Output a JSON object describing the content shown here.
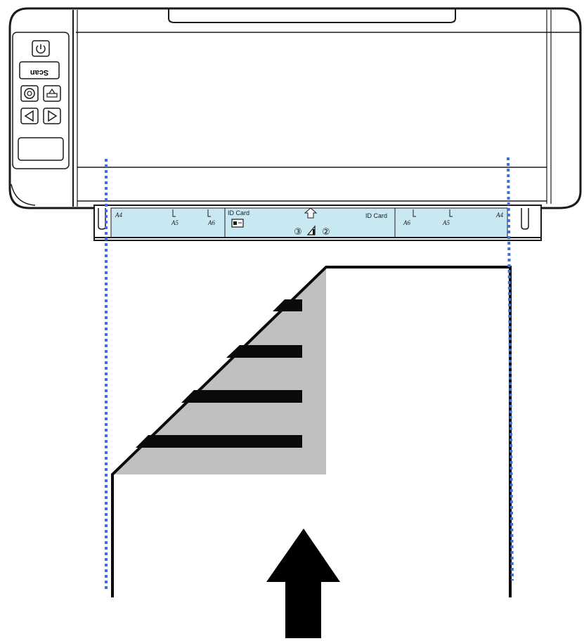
{
  "scanner": {
    "panel_buttons": {
      "power_icon": "power-icon",
      "scan_label": "Scan",
      "left_icon": "triangle-left-icon",
      "right_icon": "triangle-right-icon",
      "settings_icon": "gear-icon",
      "copy_icon": "copy-icon"
    },
    "tray": {
      "left_labels": [
        "A4",
        "A5",
        "A6"
      ],
      "id_card_left": "ID Card",
      "id_card_right": "ID Card",
      "right_labels": [
        "A6",
        "A5",
        "A4"
      ],
      "step_marks": [
        "③",
        "②"
      ]
    }
  },
  "colors": {
    "outline": "#1a1a1a",
    "tray_fill": "#c9e9f2",
    "guide_dots": "#3f6fd6",
    "document_gray": "#c0c0c0",
    "text_bars": "#0a0a0a",
    "arrow": "#000000"
  }
}
